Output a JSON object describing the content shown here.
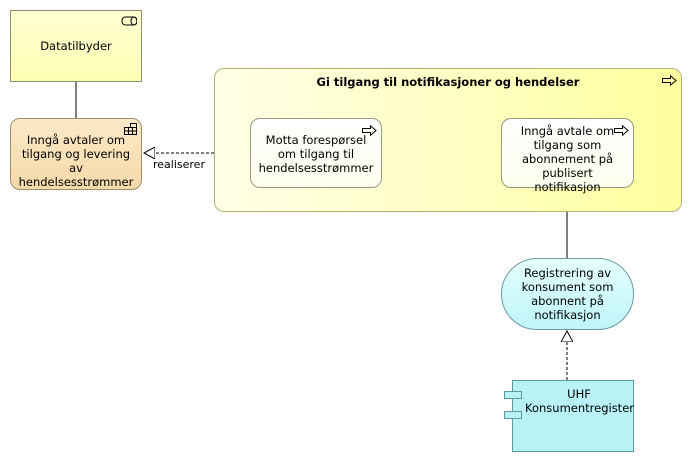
{
  "nodes": {
    "actor": {
      "label": "Datatilbyder",
      "icon": "role-icon"
    },
    "service": {
      "label": "Inngå avtaler om tilgang og levering av hendelsesstrømmer",
      "icon": "function-grid-icon"
    },
    "group": {
      "label": "Gi tilgang til notifikasjoner og hendelser",
      "icon": "process-arrow-icon"
    },
    "process1": {
      "label": "Motta forespørsel om tilgang til hendelsesstrømmer",
      "icon": "process-arrow-icon"
    },
    "process2": {
      "label": "Inngå avtale om tilgang som abonnement på publisert notifikasjon",
      "icon": "process-arrow-icon"
    },
    "event": {
      "label": "Registrering av konsument som abonnent på notifikasjon"
    },
    "component": {
      "label": "UHF Konsumentregister",
      "icon": "component-icon"
    }
  },
  "relations": {
    "realization_label": "realiserer"
  },
  "colors": {
    "actor_fill": "#ffffb4",
    "service_fill": "#f5d9a8",
    "group_fill": "#ffffc2",
    "event_fill": "#bff5f8",
    "component_fill": "#b8f2f5"
  }
}
